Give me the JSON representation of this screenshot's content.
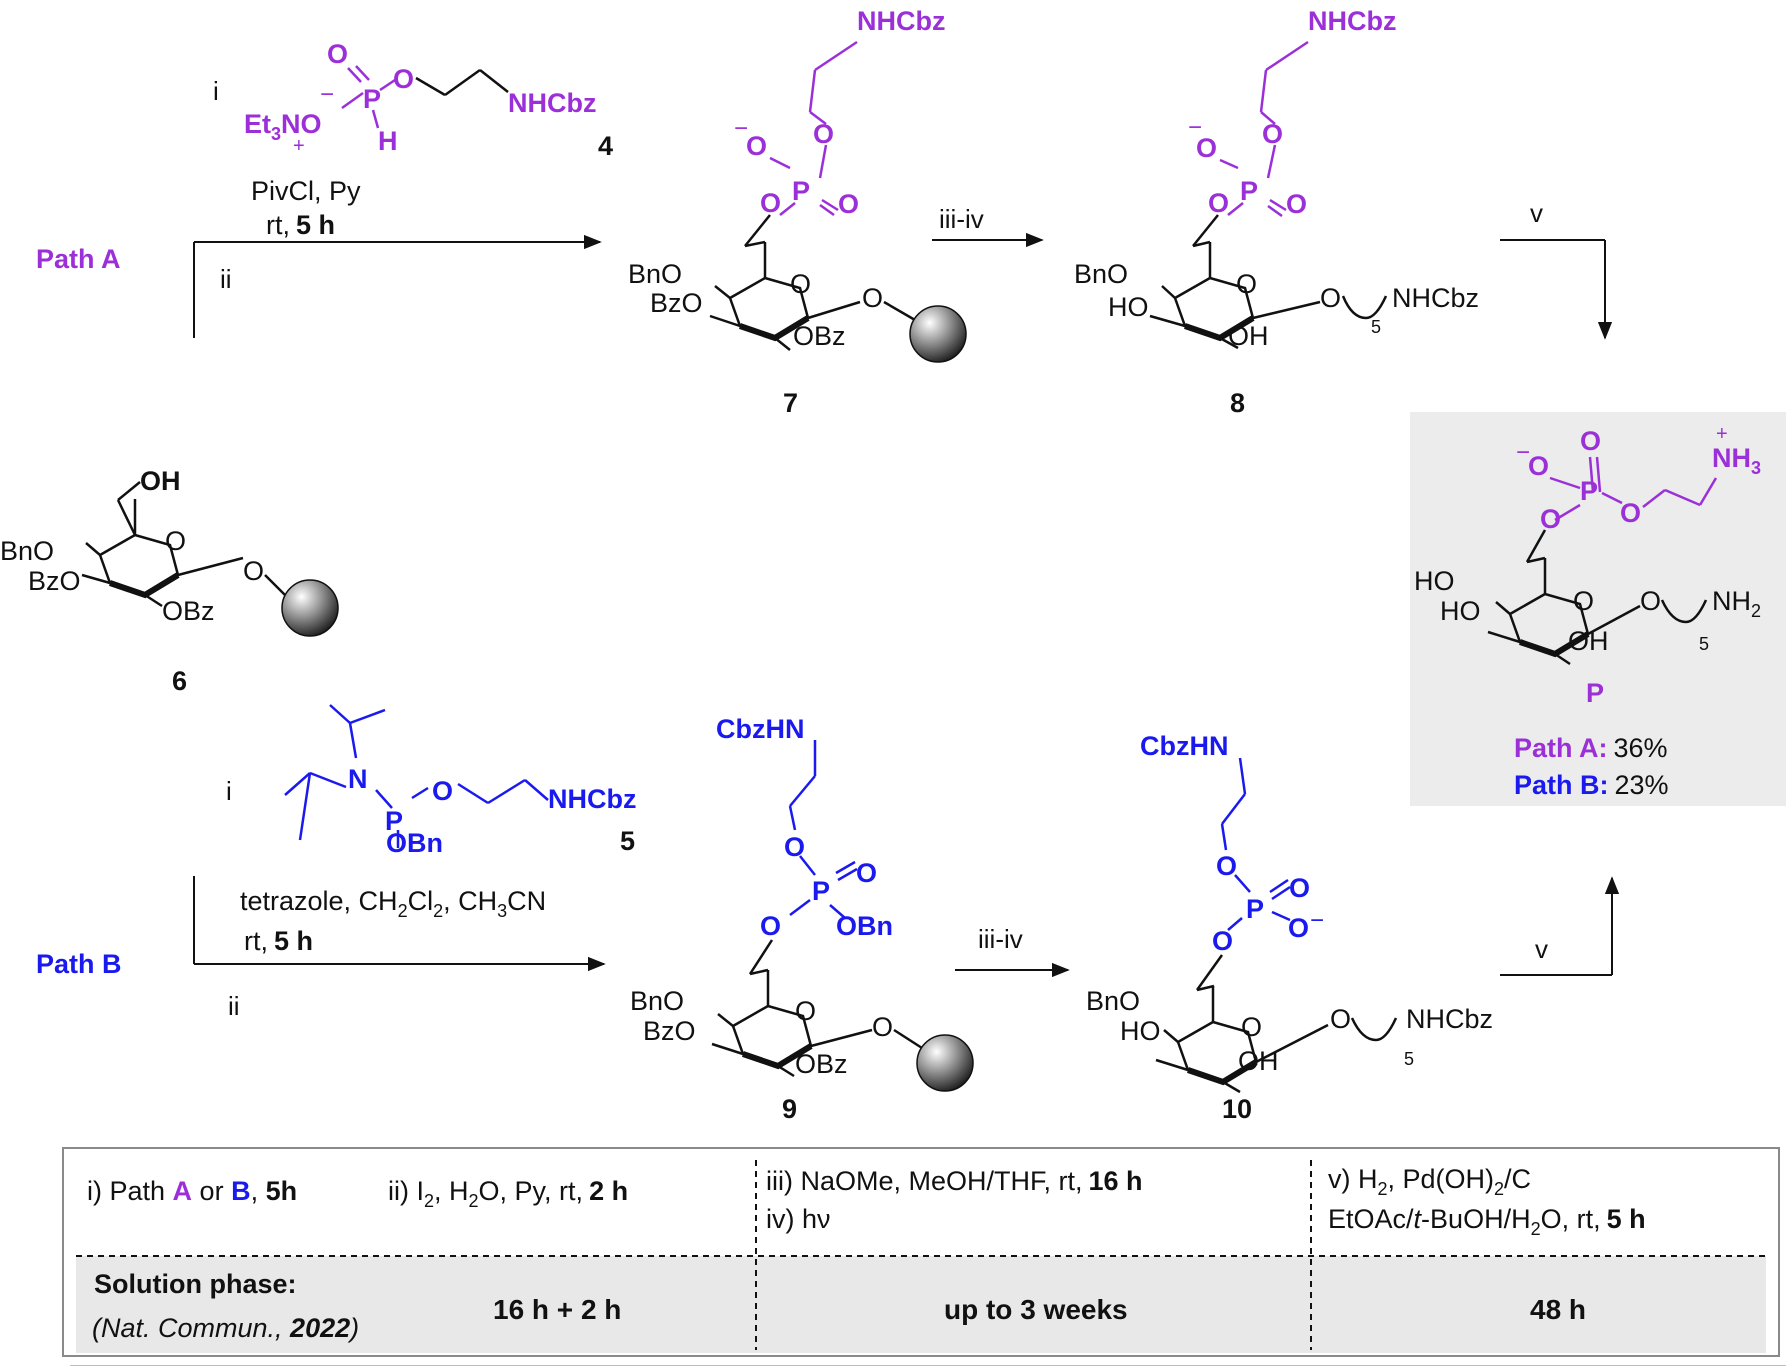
{
  "colors": {
    "path_a": "#9b30d9",
    "path_b": "#1a1aee",
    "panel_gray": "#ececec",
    "table_gray": "#e8e8e8",
    "line": "#111111"
  },
  "paths": {
    "a_label": "Path A",
    "b_label": "Path B"
  },
  "compounds": {
    "c4": "4",
    "c5": "5",
    "c6": "6",
    "c7": "7",
    "c8": "8",
    "c9": "9",
    "c10": "10",
    "product": "P"
  },
  "reagents": {
    "a_step_i": "i",
    "a_step_ii": "ii",
    "a_cond_1": "PivCl, Py",
    "a_cond_rt": "rt,",
    "a_cond_time": "5 h",
    "b_step_i": "i",
    "b_step_ii": "ii",
    "b_cond_1a": "tetrazole, CH",
    "b_cond_1b": "Cl",
    "b_cond_1c": ", CH",
    "b_cond_1d": "CN",
    "b_cond_rt": "rt,",
    "b_cond_time": "5 h",
    "step_iii_iv": "iii-iv",
    "step_v": "v"
  },
  "groups": {
    "nhcbz": "NHCbz",
    "cbzhn": "CbzHN",
    "obn": "OBn",
    "obz": "OBz",
    "bno": "BnO",
    "bzo": "BzO",
    "ho": "HO",
    "oh": "OH",
    "o": "O",
    "p": "P",
    "h": "H",
    "n": "N",
    "nh3": "NH",
    "nh2": "NH",
    "et3no": "Et",
    "sub3": "3",
    "sub2": "2",
    "sub5": "5",
    "minus": "−",
    "plus": "+"
  },
  "yields": {
    "a_label": "Path A:",
    "a_value": "36%",
    "b_label": "Path B:",
    "b_value": "23%"
  },
  "table": {
    "col1_i_pre": "i) Path ",
    "col1_A": "A",
    "col1_or": " or ",
    "col1_B": "B",
    "col1_time": "5h",
    "col1_ii_pre": "ii) I",
    "col1_ii_mid": ", H",
    "col1_ii_post": "O, Py, rt,",
    "col1_ii_time": "2 h",
    "col2_iii": "iii) NaOMe, MeOH/THF, rt,",
    "col2_iii_time": "16 h",
    "col2_iv": "iv) hν",
    "col3_v_pre": "v) H",
    "col3_v_mid": ", Pd(OH)",
    "col3_v_post": "/C",
    "col3_solvent_pre": "EtOAc/",
    "col3_solvent_it": "t",
    "col3_solvent_post": "-BuOH/H",
    "col3_solvent_end": "O, rt,",
    "col3_time": "5 h",
    "solution_label": "Solution phase:",
    "ref_pre": "(Nat. Commun., ",
    "ref_year": "2022",
    "ref_post": ")",
    "solution_col1": "16 h + 2 h",
    "solution_col2": "up to 3 weeks",
    "solution_col3": "48 h"
  }
}
